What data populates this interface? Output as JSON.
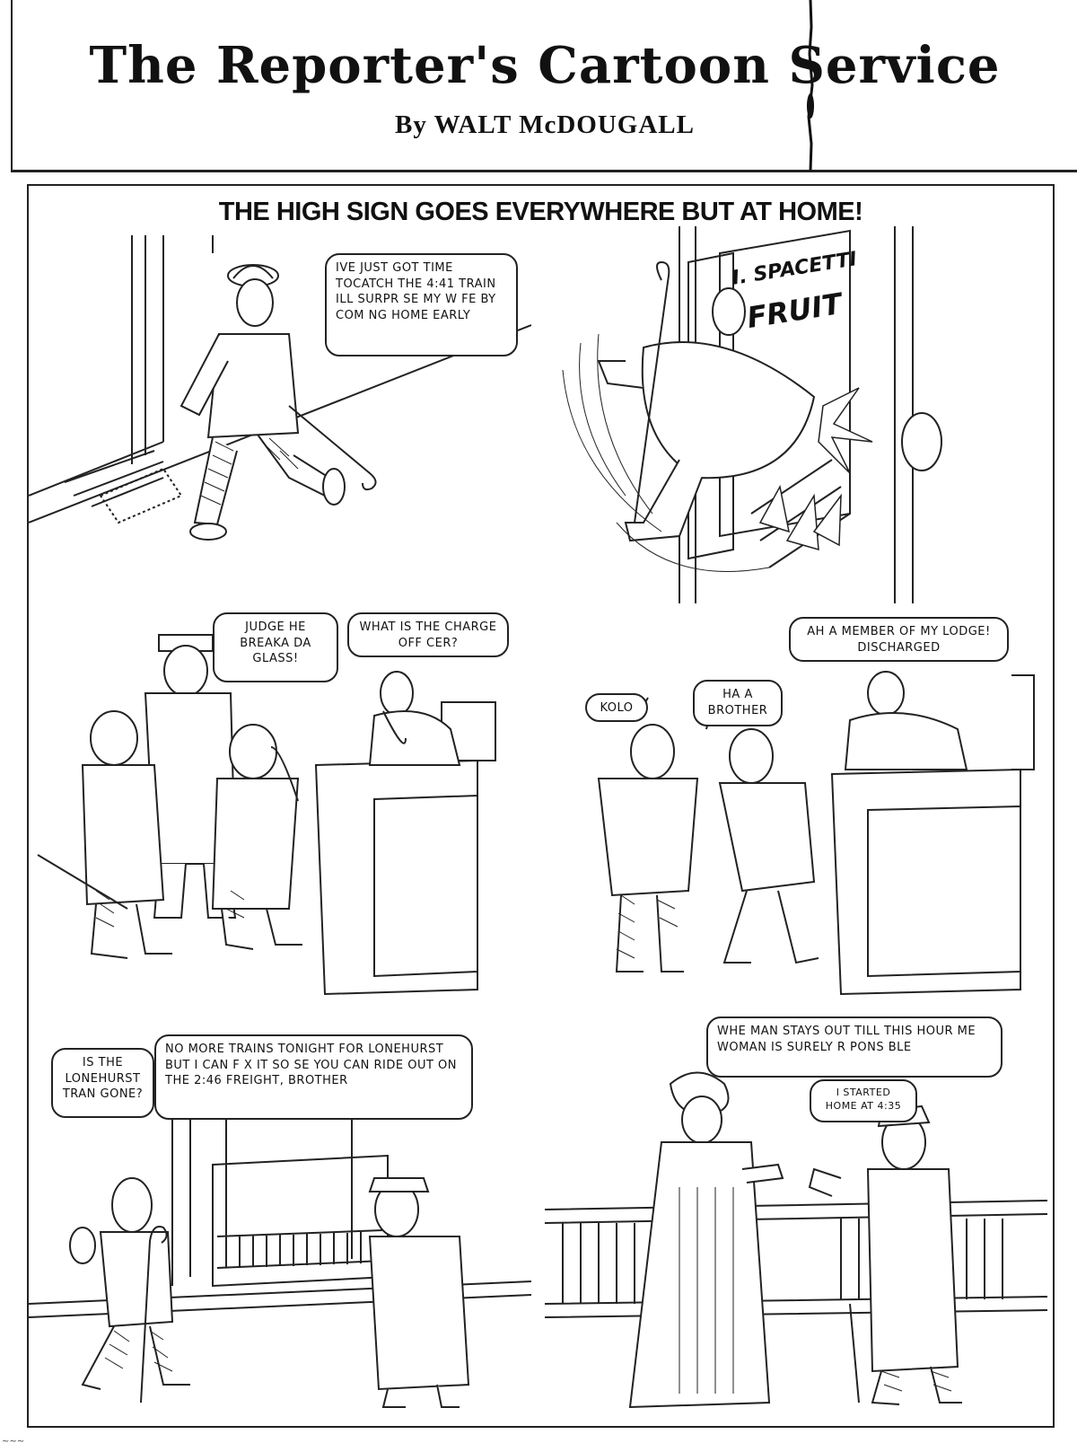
{
  "masthead": {
    "title": "The Reporter's Cartoon Service",
    "byline": "By WALT McDOUGALL"
  },
  "strip": {
    "title": "THE HIGH SIGN GOES EVERYWHERE BUT AT HOME!"
  },
  "panels": [
    {
      "bubbles": [
        "IVE JUST GOT TIME TOCATCH THE 4:41 TRAIN ILL SURPR SE MY W FE BY COM NG HOME EARLY"
      ]
    },
    {
      "sign": {
        "line1": "I. SPACETTI",
        "line2": "FRUIT"
      }
    },
    {
      "bubbles": [
        "JUDGE HE BREAKA DA GLASS!",
        "WHAT IS THE CHARGE OFF CER?"
      ]
    },
    {
      "bubbles": [
        "KOLO",
        "HA A BROTHER",
        "AH A MEMBER OF MY LODGE! DISCHARGED"
      ]
    },
    {
      "bubbles": [
        "IS THE LONEHURST TRAN GONE?",
        "NO MORE TRAINS TONIGHT FOR LONEHURST BUT I CAN F X IT SO SE YOU CAN RIDE OUT ON THE 2:46 FREIGHT, BROTHER"
      ]
    },
    {
      "bubbles": [
        "WHE MAN STAYS OUT TILL THIS HOUR ME WOMAN IS SURELY R PONS BLE",
        "I STARTED HOME AT 4:35"
      ]
    }
  ]
}
